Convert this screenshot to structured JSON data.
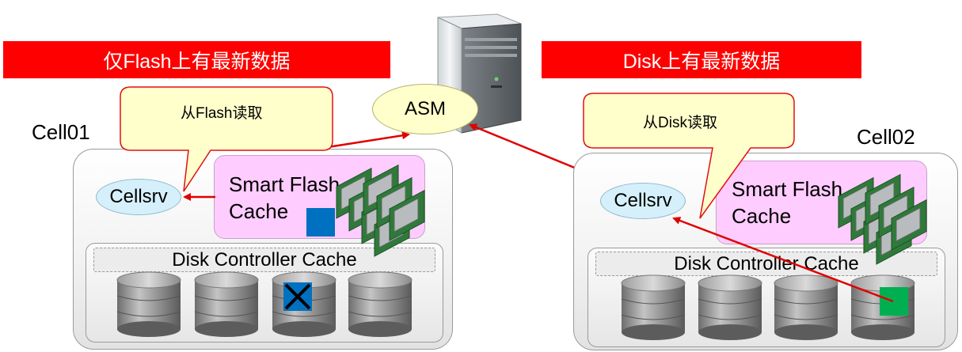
{
  "banners": {
    "left": "仅Flash上有最新数据",
    "right": "Disk上有最新数据"
  },
  "callouts": {
    "left": "从Flash读取",
    "right": "从Disk读取"
  },
  "asm_label": "ASM",
  "cells": {
    "left": {
      "name": "Cell01",
      "cellsrv": "Cellsrv",
      "flash_line1": "Smart Flash",
      "flash_line2": "Cache",
      "disk_cache": "Disk Controller Cache",
      "block_color": "#0070c0"
    },
    "right": {
      "name": "Cell02",
      "cellsrv": "Cellsrv",
      "flash_line1": "Smart Flash",
      "flash_line2": "Cache",
      "disk_cache": "Disk Controller Cache",
      "block_color": "#00b050"
    }
  },
  "colors": {
    "banner": "#ff0000",
    "arrow": "#e00000",
    "callout_fill": "#ffffcc",
    "callout_stroke": "#e01010"
  },
  "icons": {
    "server": "server-tower-icon",
    "flash_cards": "flash-card-icon",
    "disks": "disk-cylinder-icon",
    "stale_marker": "x-mark-icon"
  }
}
